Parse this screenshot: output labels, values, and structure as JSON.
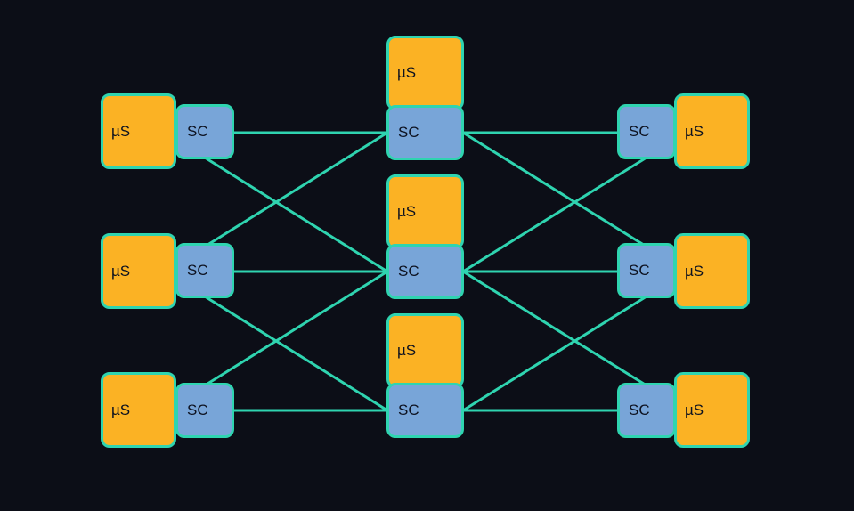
{
  "colors": {
    "background": "#0c0e17",
    "microservice_fill": "#fbb224",
    "sidecar_fill": "#78a5d8",
    "border_and_links": "#2fd4b0",
    "label_text": "#0d1220"
  },
  "labels": {
    "microservice": "µS",
    "sidecar": "SC"
  },
  "columns": [
    {
      "id": "left",
      "nodes": [
        {
          "id": "left-1",
          "microservice": "µS",
          "sidecar": "SC"
        },
        {
          "id": "left-2",
          "microservice": "µS",
          "sidecar": "SC"
        },
        {
          "id": "left-3",
          "microservice": "µS",
          "sidecar": "SC"
        }
      ]
    },
    {
      "id": "center",
      "nodes": [
        {
          "id": "center-1",
          "microservice": "µS",
          "sidecar": "SC"
        },
        {
          "id": "center-2",
          "microservice": "µS",
          "sidecar": "SC"
        },
        {
          "id": "center-3",
          "microservice": "µS",
          "sidecar": "SC"
        }
      ]
    },
    {
      "id": "right",
      "nodes": [
        {
          "id": "right-1",
          "microservice": "µS",
          "sidecar": "SC"
        },
        {
          "id": "right-2",
          "microservice": "µS",
          "sidecar": "SC"
        },
        {
          "id": "right-3",
          "microservice": "µS",
          "sidecar": "SC"
        }
      ]
    }
  ],
  "connections": [
    {
      "from": "left-1",
      "to": "center-1"
    },
    {
      "from": "left-1",
      "to": "center-2"
    },
    {
      "from": "left-2",
      "to": "center-1"
    },
    {
      "from": "left-2",
      "to": "center-2"
    },
    {
      "from": "left-2",
      "to": "center-3"
    },
    {
      "from": "left-3",
      "to": "center-2"
    },
    {
      "from": "left-3",
      "to": "center-3"
    },
    {
      "from": "center-1",
      "to": "right-1"
    },
    {
      "from": "center-1",
      "to": "right-2"
    },
    {
      "from": "center-2",
      "to": "right-1"
    },
    {
      "from": "center-2",
      "to": "right-2"
    },
    {
      "from": "center-2",
      "to": "right-3"
    },
    {
      "from": "center-3",
      "to": "right-2"
    },
    {
      "from": "center-3",
      "to": "right-3"
    }
  ]
}
